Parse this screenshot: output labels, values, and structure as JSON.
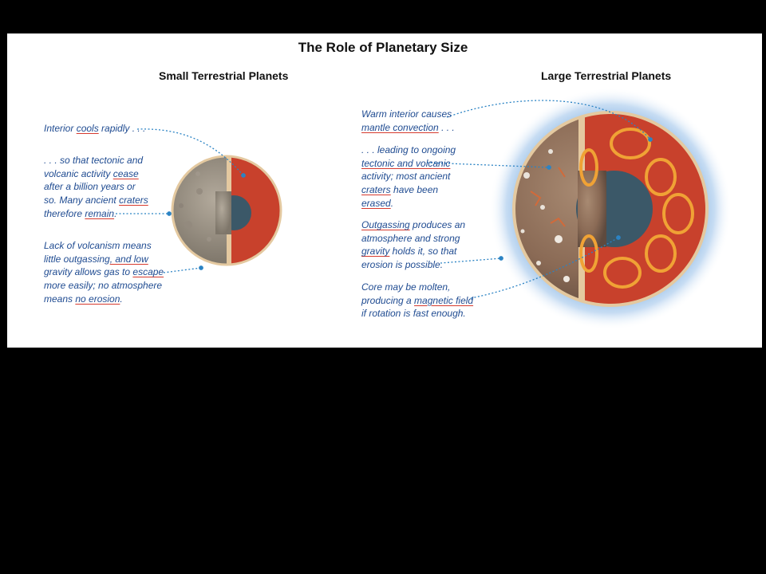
{
  "title": "The Role of Planetary Size",
  "small": {
    "heading": "Small Terrestrial Planets",
    "notes": [
      [
        [
          "Interior ",
          "cools",
          " rapidly . . ."
        ]
      ],
      [
        [
          ". . . so that tectonic and"
        ],
        [
          "volcanic activity ",
          "cease"
        ],
        [
          "after a billion years or"
        ],
        [
          "so. Many ancient ",
          "craters"
        ],
        [
          "therefore ",
          "remain",
          "."
        ]
      ],
      [
        [
          "Lack of volcanism means"
        ],
        [
          "little outgassing",
          ", and low"
        ],
        [
          "gravity allows gas to ",
          "escape"
        ],
        [
          "more easily; no atmosphere"
        ],
        [
          "means ",
          "no erosion",
          "."
        ]
      ]
    ]
  },
  "large": {
    "heading": "Large Terrestrial Planets",
    "notes": [
      [
        [
          "Warm interior causes"
        ],
        [
          "",
          "mantle convection",
          " . . ."
        ]
      ],
      [
        [
          ". . . leading to ongoing"
        ],
        [
          "",
          "tectonic and volcanic"
        ],
        [
          "activity; most ancient"
        ],
        [
          "",
          "craters",
          " have been"
        ],
        [
          "",
          "erased",
          "."
        ]
      ],
      [
        [
          "",
          "Outgassing",
          " produces an"
        ],
        [
          "atmosphere and strong"
        ],
        [
          "",
          "gravity",
          " holds it, so that"
        ],
        [
          "erosion is possible."
        ]
      ],
      [
        [
          "Core may be molten,"
        ],
        [
          "producing a ",
          "magnetic field"
        ],
        [
          "if rotation is fast enough."
        ]
      ]
    ]
  },
  "colors": {
    "background": "#000000",
    "panel": "#ffffff",
    "text": "#1f4b91",
    "underline": "#d63a2e",
    "leader": "#2b83c4",
    "mantle": "#c8412c",
    "core": "#3b5868",
    "crust": "#e4c9a0",
    "convection": "#f0a235",
    "glow": "#6fa6dc"
  }
}
